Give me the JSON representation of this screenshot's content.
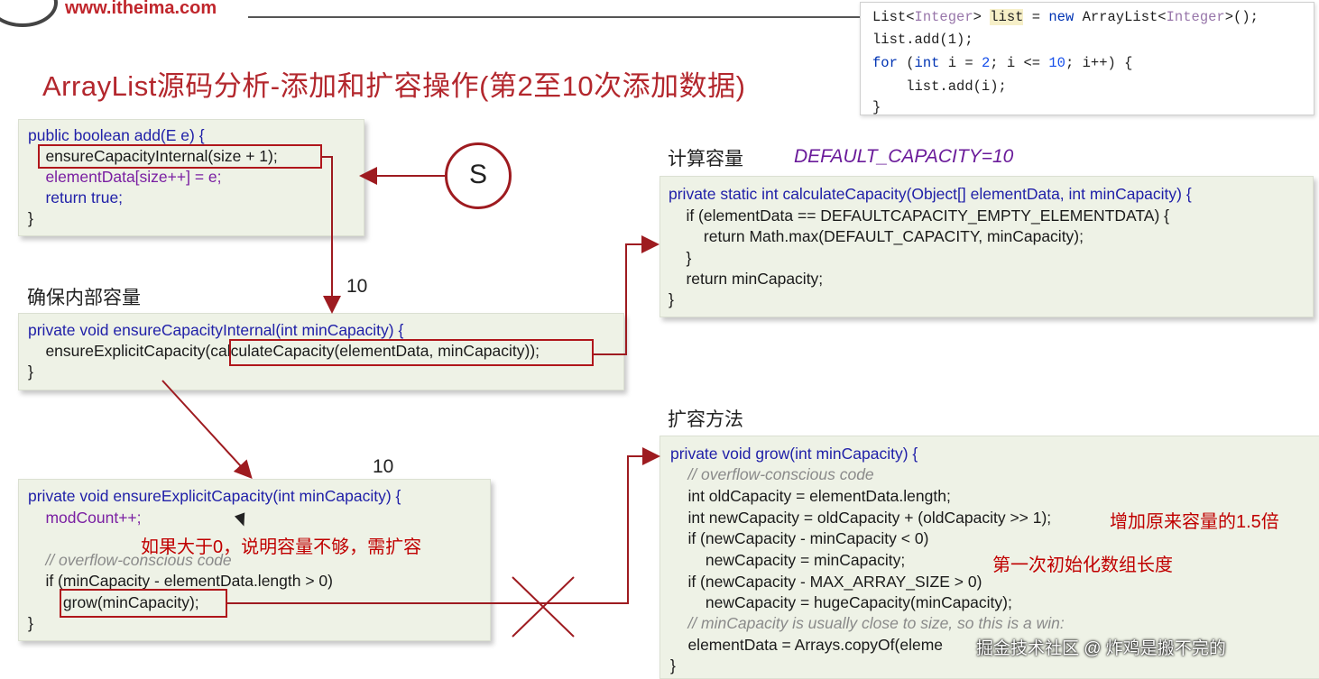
{
  "header": {
    "site_url": "www.itheima.com",
    "title": "ArrayList源码分析-添加和扩容操作(第2至10次添加数据)"
  },
  "snippet": {
    "lines": [
      "List<Integer> list = new ArrayList<Integer>();",
      "list.add(1);",
      "for (int i = 2; i <= 10; i++) {",
      "    list.add(i);",
      "}"
    ]
  },
  "add_method": {
    "lines": [
      "public boolean add(E e) {",
      "    ensureCapacityInternal(size + 1);",
      "    elementData[size++] = e;",
      "    return true;",
      "}"
    ]
  },
  "circle_label": "S",
  "section_labels": {
    "ensure_internal": "确保内部容量",
    "calculate": "计算容量",
    "calculate_const": "DEFAULT_CAPACITY=10",
    "grow": "扩容方法"
  },
  "values": {
    "arrow_value_1": "10",
    "arrow_value_2": "10"
  },
  "ensure_internal_method": {
    "lines": [
      "private void ensureCapacityInternal(int minCapacity) {",
      "    ensureExplicitCapacity(calculateCapacity(elementData, minCapacity));",
      "}"
    ]
  },
  "calculate_method": {
    "lines": [
      "private static int calculateCapacity(Object[] elementData, int minCapacity) {",
      "    if (elementData == DEFAULTCAPACITY_EMPTY_ELEMENTDATA) {",
      "        return Math.max(DEFAULT_CAPACITY, minCapacity);",
      "    }",
      "    return minCapacity;",
      "}"
    ]
  },
  "explicit_method": {
    "lines": [
      "private void ensureExplicitCapacity(int minCapacity) {",
      "    modCount++;",
      "    // overflow-conscious code",
      "    if (minCapacity - elementData.length > 0)",
      "        grow(minCapacity);",
      "}"
    ],
    "note": "如果大于0，说明容量不够，需扩容"
  },
  "grow_method": {
    "lines": [
      "private void grow(int minCapacity) {",
      "    // overflow-conscious code",
      "    int oldCapacity = elementData.length;",
      "    int newCapacity = oldCapacity + (oldCapacity >> 1);",
      "    if (newCapacity - minCapacity < 0)",
      "        newCapacity = minCapacity;",
      "    if (newCapacity - MAX_ARRAY_SIZE > 0)",
      "        newCapacity = hugeCapacity(minCapacity);",
      "    // minCapacity is usually close to size, so this is a win:",
      "    elementData = Arrays.copyOf(eleme",
      "}"
    ],
    "note_1": "增加原来容量的1.5倍",
    "note_2": "第一次初始化数组长度"
  },
  "watermark": "掘金技术社区 @ 炸鸡是搬不完的",
  "colors": {
    "accent_red": "#b3272d",
    "code_bg": "#eef2e6",
    "arrow_red": "#9e1b20"
  }
}
